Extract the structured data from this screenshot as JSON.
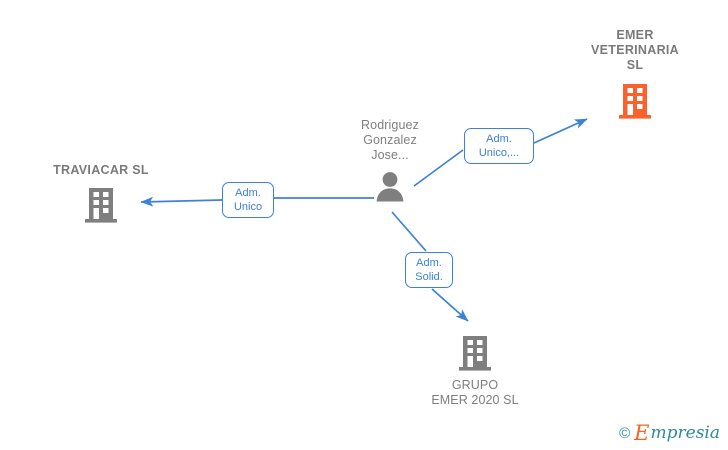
{
  "graph": {
    "type": "relationship-diagram",
    "background_color": "#ffffff",
    "accent_color": "#3c82d6",
    "company_color": "#7f7f7f",
    "highlight_company_color": "#f9622c",
    "person_color": "#7f7f7f",
    "nodes": [
      {
        "id": "emer-veterinaria-sl",
        "label": "EMER\nVETERINARIA\nSL",
        "icon": "building-icon",
        "kind": "company",
        "highlighted": true
      },
      {
        "id": "traviacar-sl",
        "label": "TRAVIACAR SL",
        "icon": "building-icon",
        "kind": "company",
        "highlighted": false
      },
      {
        "id": "rodriguez-gonzalez-jose",
        "label": "Rodriguez\nGonzalez\nJose...",
        "icon": "person-icon",
        "kind": "person",
        "highlighted": false
      },
      {
        "id": "grupo-emer-2020-sl",
        "label": "GRUPO\nEMER 2020  SL",
        "icon": "building-icon",
        "kind": "company",
        "highlighted": false
      }
    ],
    "edges": [
      {
        "id": "edge-to-emer-veterinaria",
        "from": "rodriguez-gonzalez-jose",
        "to": "emer-veterinaria-sl",
        "label": "Adm.\nUnico,..."
      },
      {
        "id": "edge-to-traviacar",
        "from": "rodriguez-gonzalez-jose",
        "to": "traviacar-sl",
        "label": "Adm.\nUnico"
      },
      {
        "id": "edge-to-grupo-emer-2020",
        "from": "rodriguez-gonzalez-jose",
        "to": "grupo-emer-2020-sl",
        "label": "Adm.\nSolid."
      }
    ]
  },
  "watermark": {
    "copyright": "©",
    "brand_initial": "E",
    "brand_rest": "mpresia"
  }
}
